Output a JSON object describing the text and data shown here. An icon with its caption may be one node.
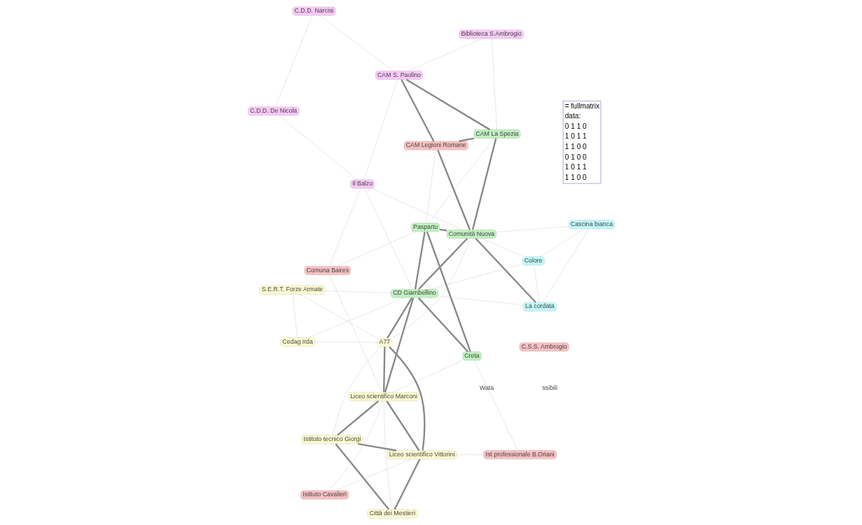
{
  "diagram": {
    "nodes": [
      {
        "text": [
          "C.S.S. Ambrogio"
        ]
      },
      {
        "text": [
          "Istituto Cavalieri"
        ]
      },
      {
        "text": [
          "Città dei Mestieri"
        ]
      },
      {
        "text": [
          "Liceo scientifico Vittorini"
        ]
      },
      {
        "text": [
          "Istituto tecnico Giorgi"
        ]
      },
      {
        "text": [
          "Ist professionale B.Oriani"
        ]
      },
      {
        "text": [
          "Comuna Baires"
        ]
      },
      {
        "text": [
          "Liceo scientifico Marconi"
        ]
      },
      {
        "text": [
          "Paspartu"
        ]
      },
      {
        "text": [
          "Creta"
        ]
      },
      {
        "text": [
          "A77"
        ]
      },
      {
        "text": [
          "CD Giambellino"
        ]
      },
      {
        "text": [
          "Cedag Irda"
        ]
      },
      {
        "text": [
          "Il Balzo"
        ]
      },
      {
        "text": [
          "Comunità Nuova"
        ]
      },
      {
        "text": [
          "S.E.R.T. Forze Armate"
        ]
      },
      {
        "text": [
          "CAM Legioni Romane"
        ]
      },
      {
        "text": [
          "La cordata"
        ]
      },
      {
        "text": [
          "C.D.D. De Nicola"
        ]
      },
      {
        "text": [
          "CAM S. Paolino"
        ]
      },
      {
        "text": [
          "CAM La Spezia"
        ]
      },
      {
        "text": [
          "Cascina bianca"
        ]
      },
      {
        "text": [
          "C.D.D. Narcisi"
        ]
      },
      {
        "text": [
          "Biblioteca S.Ambrogio"
        ]
      },
      {
        "text": [
          "Colore"
        ]
      }
    ],
    "edges": [
      {
        "from": 2,
        "to": 3,
        "arrow": "none",
        "style": "thick"
      },
      {
        "from": 2,
        "to": 4,
        "arrow": "none",
        "style": "thick"
      },
      {
        "from": 2,
        "to": 7,
        "arrow": "none"
      },
      {
        "from": 4,
        "to": 3,
        "arrow": "none",
        "style": "thick"
      },
      {
        "from": 7,
        "to": 3,
        "arrow": "none",
        "style": "thick"
      },
      {
        "from": 4,
        "to": 7,
        "arrow": "none",
        "style": "thick"
      },
      {
        "from": 10,
        "to": 3,
        "arrow": "none",
        "style": "thick"
      },
      {
        "from": 3,
        "to": 1,
        "arrow": "none"
      },
      {
        "from": 3,
        "to": 5,
        "arrow": "none"
      },
      {
        "from": 7,
        "to": 1,
        "arrow": "none"
      },
      {
        "from": 5,
        "to": 9,
        "arrow": "none"
      },
      {
        "from": 7,
        "to": 10,
        "arrow": "none",
        "style": "thick"
      },
      {
        "from": 7,
        "to": 11,
        "arrow": "none",
        "style": "thick"
      },
      {
        "from": 7,
        "to": 6,
        "arrow": "none"
      },
      {
        "from": 7,
        "to": 9,
        "arrow": "none"
      },
      {
        "from": 4,
        "to": 10,
        "arrow": "none"
      },
      {
        "from": 8,
        "to": 9,
        "arrow": "none",
        "style": "thick"
      },
      {
        "from": 8,
        "to": 11,
        "arrow": "none",
        "style": "thick"
      },
      {
        "from": 8,
        "to": 14,
        "arrow": "none",
        "style": "thick"
      },
      {
        "from": 9,
        "to": 11,
        "arrow": "none",
        "style": "thick"
      },
      {
        "from": 10,
        "to": 11,
        "arrow": "none",
        "style": "thick"
      },
      {
        "from": 10,
        "to": 14,
        "arrow": "none"
      },
      {
        "from": 10,
        "to": 12,
        "arrow": "none"
      },
      {
        "from": 10,
        "to": 15,
        "arrow": "none"
      },
      {
        "from": 11,
        "to": 12,
        "arrow": "none"
      },
      {
        "from": 11,
        "to": 15,
        "arrow": "none"
      },
      {
        "from": 11,
        "to": 17,
        "arrow": "none"
      },
      {
        "from": 11,
        "to": 24,
        "arrow": "none"
      },
      {
        "from": 12,
        "to": 15,
        "arrow": "none"
      },
      {
        "from": 14,
        "to": 11,
        "arrow": "none",
        "style": "thick"
      },
      {
        "from": 14,
        "to": 17,
        "arrow": "none",
        "style": "thick"
      },
      {
        "from": 14,
        "to": 21,
        "arrow": "none"
      },
      {
        "from": 14,
        "to": 24,
        "arrow": "none"
      },
      {
        "from": 14,
        "to": 20,
        "arrow": "none",
        "style": "thick"
      },
      {
        "from": 14,
        "to": 16,
        "arrow": "none",
        "style": "thick"
      },
      {
        "from": 13,
        "to": 14,
        "arrow": "none"
      },
      {
        "from": 13,
        "to": 11,
        "arrow": "none"
      },
      {
        "from": 13,
        "to": 6,
        "arrow": "none"
      },
      {
        "from": 13,
        "to": 18,
        "arrow": "none"
      },
      {
        "from": 13,
        "to": 19,
        "arrow": "none"
      },
      {
        "from": 8,
        "to": 16,
        "arrow": "none"
      },
      {
        "from": 8,
        "to": 20,
        "arrow": "none"
      },
      {
        "from": 6,
        "to": 8,
        "arrow": "none"
      },
      {
        "from": 16,
        "to": 19,
        "arrow": "none",
        "style": "thick"
      },
      {
        "from": 16,
        "to": 20,
        "arrow": "none",
        "style": "thick"
      },
      {
        "from": 19,
        "to": 20,
        "arrow": "none",
        "style": "thick"
      },
      {
        "from": 19,
        "to": 22,
        "arrow": "none"
      },
      {
        "from": 19,
        "to": 23,
        "arrow": "none"
      },
      {
        "from": 18,
        "to": 22,
        "arrow": "none"
      },
      {
        "from": 20,
        "to": 23,
        "arrow": "none"
      },
      {
        "from": 17,
        "to": 24,
        "arrow": "none"
      },
      {
        "from": 17,
        "to": 21,
        "arrow": "none"
      },
      {
        "from": 21,
        "to": 24,
        "arrow": "none"
      }
    ],
    "labels": [
      "= fullmatrix",
      "data:",
      "0 1 1 0",
      "1 0 1 1",
      "1 1 0 0",
      "0 1 0 0",
      "1 0 1 1",
      "1 1 0 0",
      "ssibili",
      "Wata"
    ]
  }
}
